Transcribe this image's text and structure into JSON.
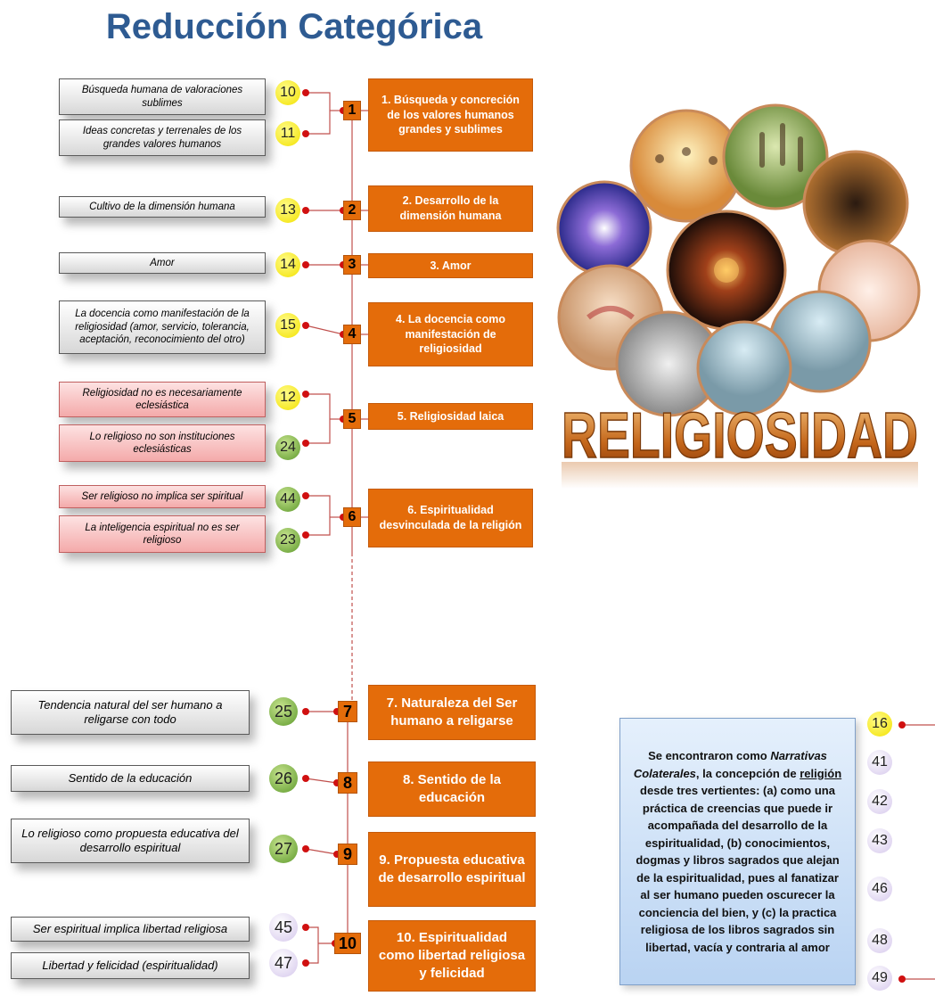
{
  "title": "Reducción Categórica",
  "left_items": [
    {
      "text": "Búsqueda humana de valoraciones sublimes",
      "code": "10",
      "color": "yellow"
    },
    {
      "text": "Ideas concretas y terrenales de los grandes valores humanos",
      "code": "11",
      "color": "yellow"
    },
    {
      "text": "Cultivo de la dimensión humana",
      "code": "13",
      "color": "yellow"
    },
    {
      "text": "Amor",
      "code": "14",
      "color": "yellow"
    },
    {
      "text": "La docencia como manifestación de la religiosidad (amor, servicio, tolerancia, aceptación, reconocimiento del otro)",
      "code": "15",
      "color": "yellow"
    },
    {
      "text": "Religiosidad no es necesariamente eclesiástica",
      "code": "12",
      "color": "yellow"
    },
    {
      "text": "Lo religioso no son instituciones eclesiásticas",
      "code": "24",
      "color": "green"
    },
    {
      "text": "Ser religioso no implica ser spiritual",
      "code": "44",
      "color": "green"
    },
    {
      "text": "La inteligencia espiritual no es ser religioso",
      "code": "23",
      "color": "green"
    },
    {
      "text": "Tendencia natural del ser humano a religarse con todo",
      "code": "25",
      "color": "green"
    },
    {
      "text": "Sentido de la educación",
      "code": "26",
      "color": "green"
    },
    {
      "text": "Lo religioso como propuesta educativa del desarrollo espiritual",
      "code": "27",
      "color": "green"
    },
    {
      "text": "Ser espiritual implica libertad religiosa",
      "code": "45",
      "color": "lavender"
    },
    {
      "text": "Libertad y felicidad (espiritualidad)",
      "code": "47",
      "color": "lavender"
    }
  ],
  "categories": [
    {
      "number": "1",
      "label": "1. Búsqueda y concreción de los valores humanos grandes y sublimes"
    },
    {
      "number": "2",
      "label": "2. Desarrollo de la dimensión humana"
    },
    {
      "number": "3",
      "label": "3. Amor"
    },
    {
      "number": "4",
      "label": "4. La docencia como manifestación de religiosidad"
    },
    {
      "number": "5",
      "label": "5. Religiosidad laica"
    },
    {
      "number": "6",
      "label": "6. Espiritualidad desvinculada de la religión"
    },
    {
      "number": "7",
      "label": "7. Naturaleza del Ser humano a religarse"
    },
    {
      "number": "8",
      "label": "8. Sentido de la educación"
    },
    {
      "number": "9",
      "label": "9. Propuesta educativa de desarrollo espiritual"
    },
    {
      "number": "10",
      "label": "10. Espiritualidad como libertad religiosa y felicidad"
    }
  ],
  "collage_word": "RELIGIOSIDAD",
  "note": {
    "intro": "Se encontraron como ",
    "emph": "Narrativas Colaterales",
    "mid": ", la concepción de ",
    "underline": "religión",
    "rest": " desde tres vertientes: (a) como una práctica de creencias que puede ir acompañada del desarrollo de la espiritualidad, (b) conocimientos, dogmas y libros sagrados que alejan de la espiritualidad, pues al fanatizar al ser humano pueden oscurecer la conciencia del bien, y (c) la practica religiosa de los libros sagrados sin libertad, vacía y contraria al amor"
  },
  "side_codes": [
    {
      "code": "16",
      "color": "yellow"
    },
    {
      "code": "41",
      "color": "lavender"
    },
    {
      "code": "42",
      "color": "lavender"
    },
    {
      "code": "43",
      "color": "lavender"
    },
    {
      "code": "46",
      "color": "lavender"
    },
    {
      "code": "48",
      "color": "lavender"
    },
    {
      "code": "49",
      "color": "lavender"
    }
  ]
}
